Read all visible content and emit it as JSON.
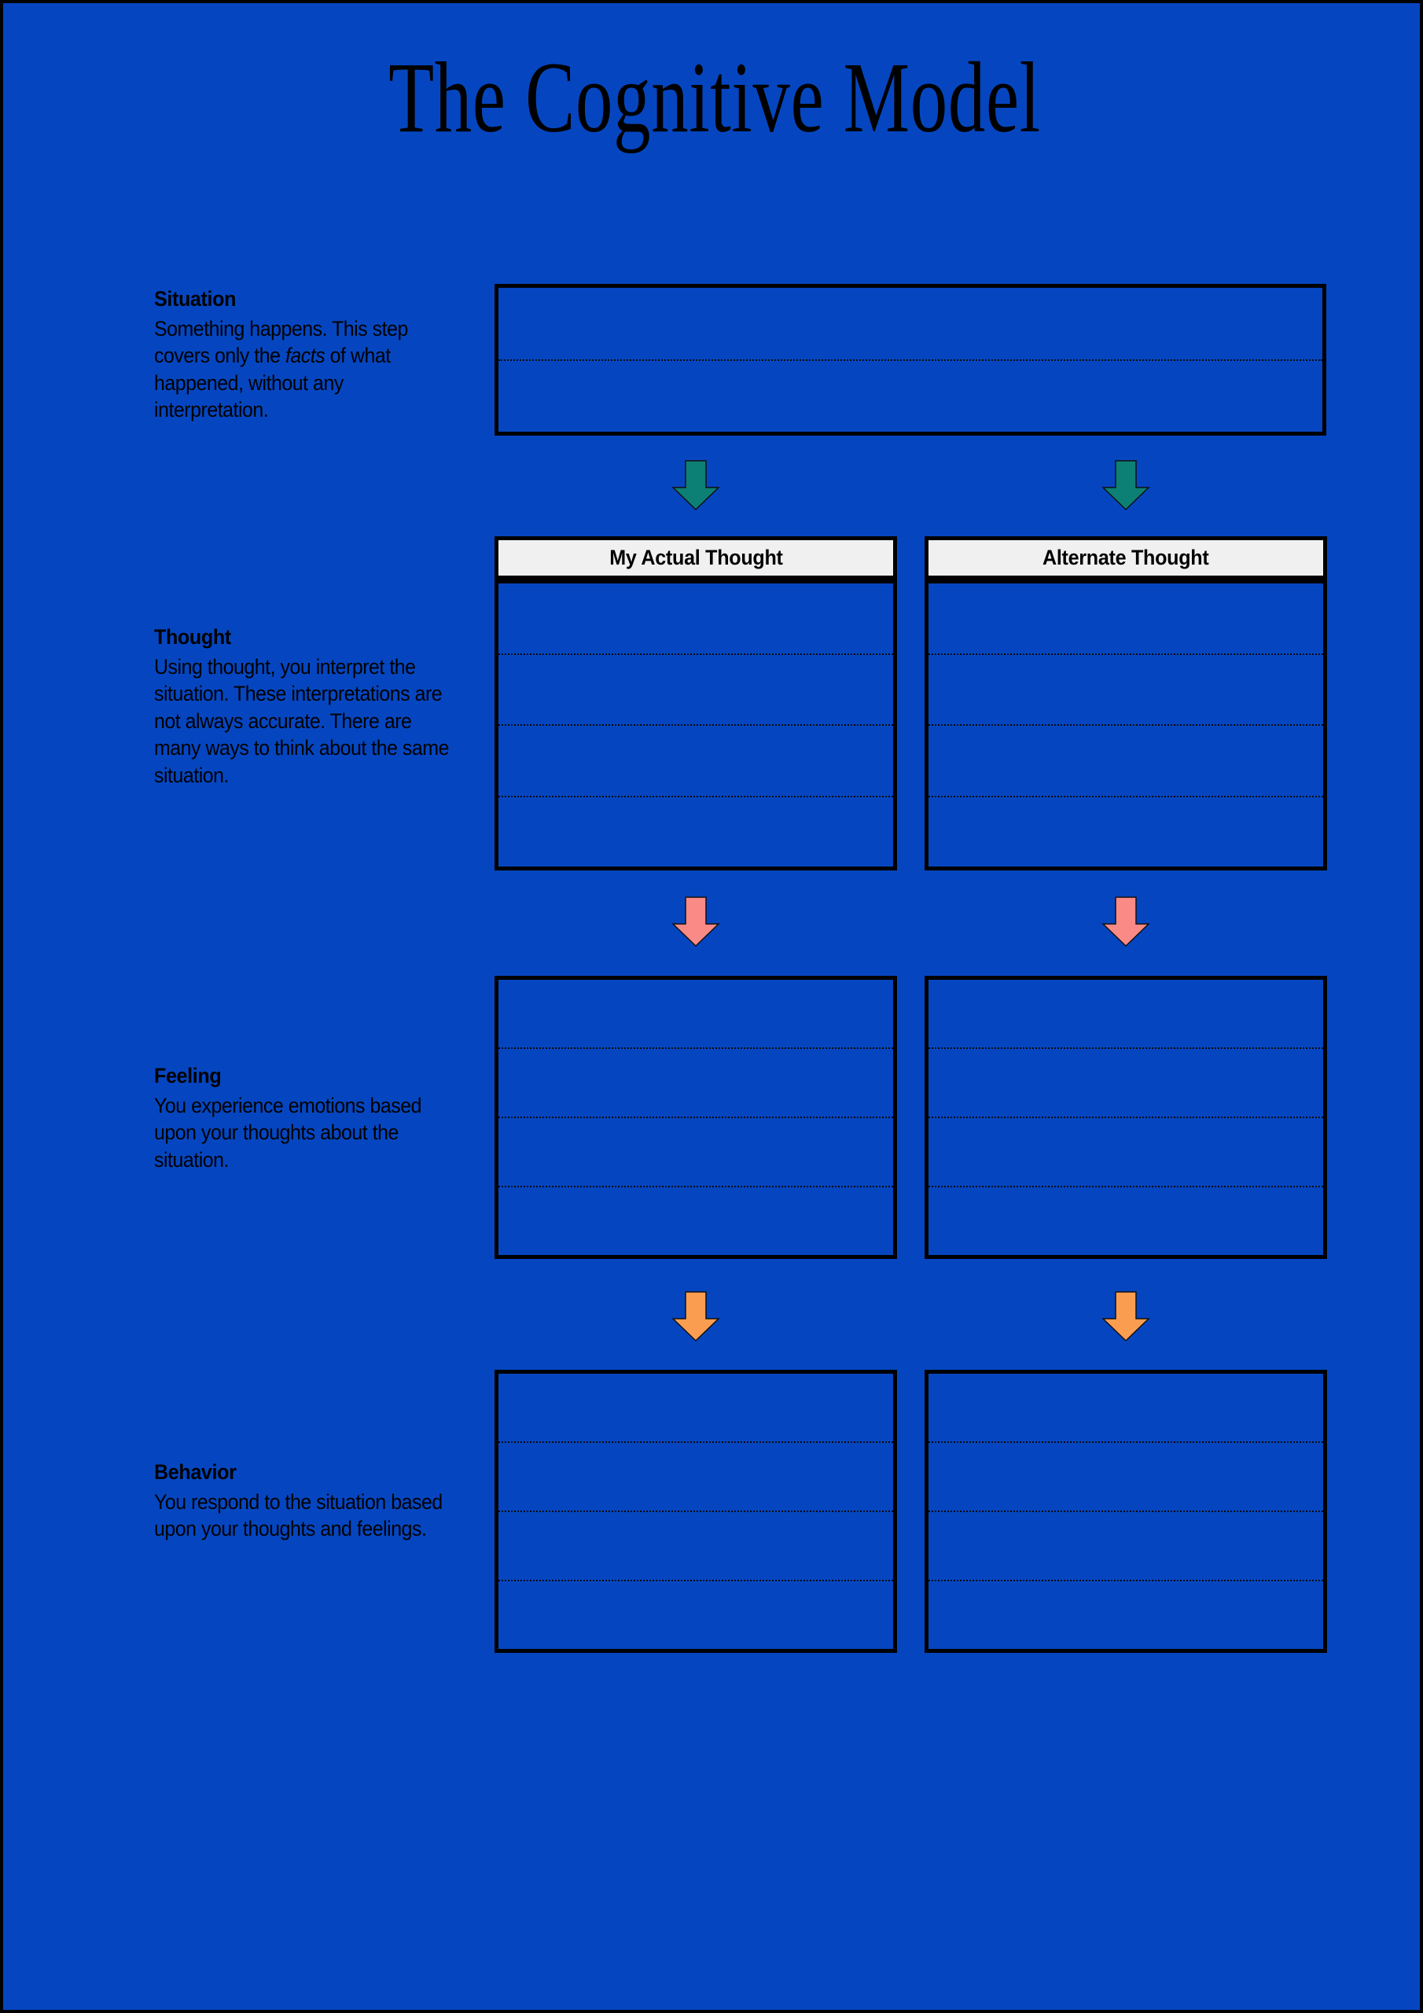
{
  "page": {
    "title": "The Cognitive Model",
    "background_color": "#0546c0",
    "border_color": "#000000",
    "text_color": "#000000"
  },
  "descriptions": [
    {
      "key": "situation",
      "heading": "Situation",
      "body_before": "Something happens. This step covers only the ",
      "body_emphasis": "facts",
      "body_after": " of what happened, without any interpretation."
    },
    {
      "key": "thought",
      "heading": "Thought",
      "body_before": "Using thought, you interpret the situation. These interpretations are not always accurate. There are many ways to think about the same situation.",
      "body_emphasis": "",
      "body_after": ""
    },
    {
      "key": "feeling",
      "heading": "Feeling",
      "body_before": "You experience emotions based upon your thoughts about the situation.",
      "body_emphasis": "",
      "body_after": ""
    },
    {
      "key": "behavior",
      "heading": "Behavior",
      "body_before": "You respond to the situation based upon your thoughts and feelings.",
      "body_emphasis": "",
      "body_after": ""
    }
  ],
  "column_headers": {
    "actual": "My Actual Thought",
    "alternate": "Alternate Thought"
  },
  "boxes": {
    "situation": {
      "lines": 2,
      "value": "",
      "placeholder": ""
    },
    "thought_actual": {
      "lines": 4,
      "value": "",
      "placeholder": ""
    },
    "thought_alternate": {
      "lines": 4,
      "value": "",
      "placeholder": ""
    },
    "feeling_actual": {
      "lines": 4,
      "value": "",
      "placeholder": ""
    },
    "feeling_alternate": {
      "lines": 4,
      "value": "",
      "placeholder": ""
    },
    "behavior_actual": {
      "lines": 4,
      "value": "",
      "placeholder": ""
    },
    "behavior_alternate": {
      "lines": 4,
      "value": "",
      "placeholder": ""
    }
  },
  "arrows": [
    {
      "key": "situation-to-thought-left",
      "icon": "arrow-down-icon",
      "color": "#0d8075"
    },
    {
      "key": "situation-to-thought-right",
      "icon": "arrow-down-icon",
      "color": "#0d8075"
    },
    {
      "key": "thought-to-feeling-left",
      "icon": "arrow-down-icon",
      "color": "#fa8a86"
    },
    {
      "key": "thought-to-feeling-right",
      "icon": "arrow-down-icon",
      "color": "#fa8a86"
    },
    {
      "key": "feeling-to-behavior-left",
      "icon": "arrow-down-icon",
      "color": "#fb9d51"
    },
    {
      "key": "feeling-to-behavior-right",
      "icon": "arrow-down-icon",
      "color": "#fb9d51"
    }
  ]
}
